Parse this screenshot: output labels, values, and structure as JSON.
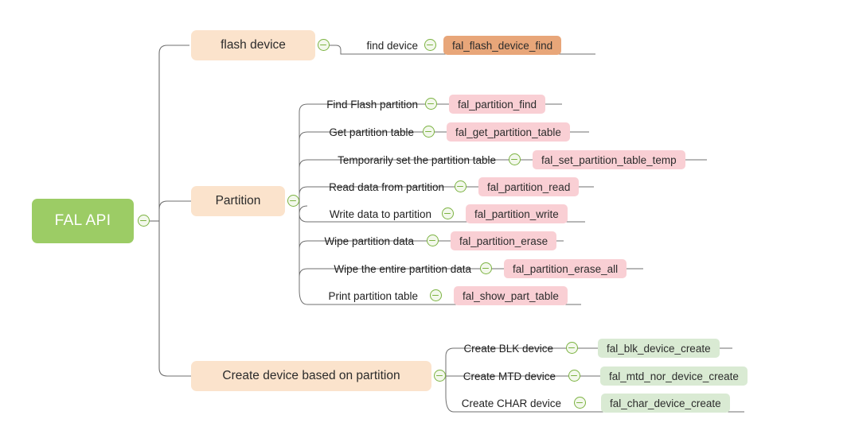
{
  "diagram": {
    "type": "mindmap",
    "title": "FAL API",
    "root": {
      "label": "FAL API",
      "color": "#9ccc65",
      "text_color": "#ffffff"
    },
    "colors": {
      "root": "#9ccc65",
      "parent": "#fbe3cc",
      "chip_orange": "#e8a679",
      "chip_pink": "#f9cfd4",
      "chip_green": "#d9ead3",
      "edge": "#6f6f6f",
      "toggle_stroke": "#7cb342"
    },
    "branches": [
      {
        "label": "flash device",
        "children": [
          {
            "label": "find device",
            "api": "fal_flash_device_find",
            "chip": "orange"
          }
        ]
      },
      {
        "label": "Partition",
        "children": [
          {
            "label": "Find Flash partition",
            "api": "fal_partition_find",
            "chip": "pink"
          },
          {
            "label": "Get partition table",
            "api": "fal_get_partition_table",
            "chip": "pink"
          },
          {
            "label": "Temporarily set the partition table",
            "api": "fal_set_partition_table_temp",
            "chip": "pink"
          },
          {
            "label": "Read data from partition",
            "api": "fal_partition_read",
            "chip": "pink"
          },
          {
            "label": "Write data to partition",
            "api": "fal_partition_write",
            "chip": "pink"
          },
          {
            "label": "Wipe partition data",
            "api": "fal_partition_erase",
            "chip": "pink"
          },
          {
            "label": "Wipe the entire partition data",
            "api": "fal_partition_erase_all",
            "chip": "pink"
          },
          {
            "label": "Print partition table",
            "api": "fal_show_part_table",
            "chip": "pink"
          }
        ]
      },
      {
        "label": "Create device based on partition",
        "children": [
          {
            "label": "Create BLK device",
            "api": "fal_blk_device_create",
            "chip": "green"
          },
          {
            "label": "Create MTD device",
            "api": "fal_mtd_nor_device_create",
            "chip": "green"
          },
          {
            "label": "Create CHAR device",
            "api": "fal_char_device_create",
            "chip": "green"
          }
        ]
      }
    ],
    "icons": {
      "collapse": "minus-circle-icon"
    }
  }
}
